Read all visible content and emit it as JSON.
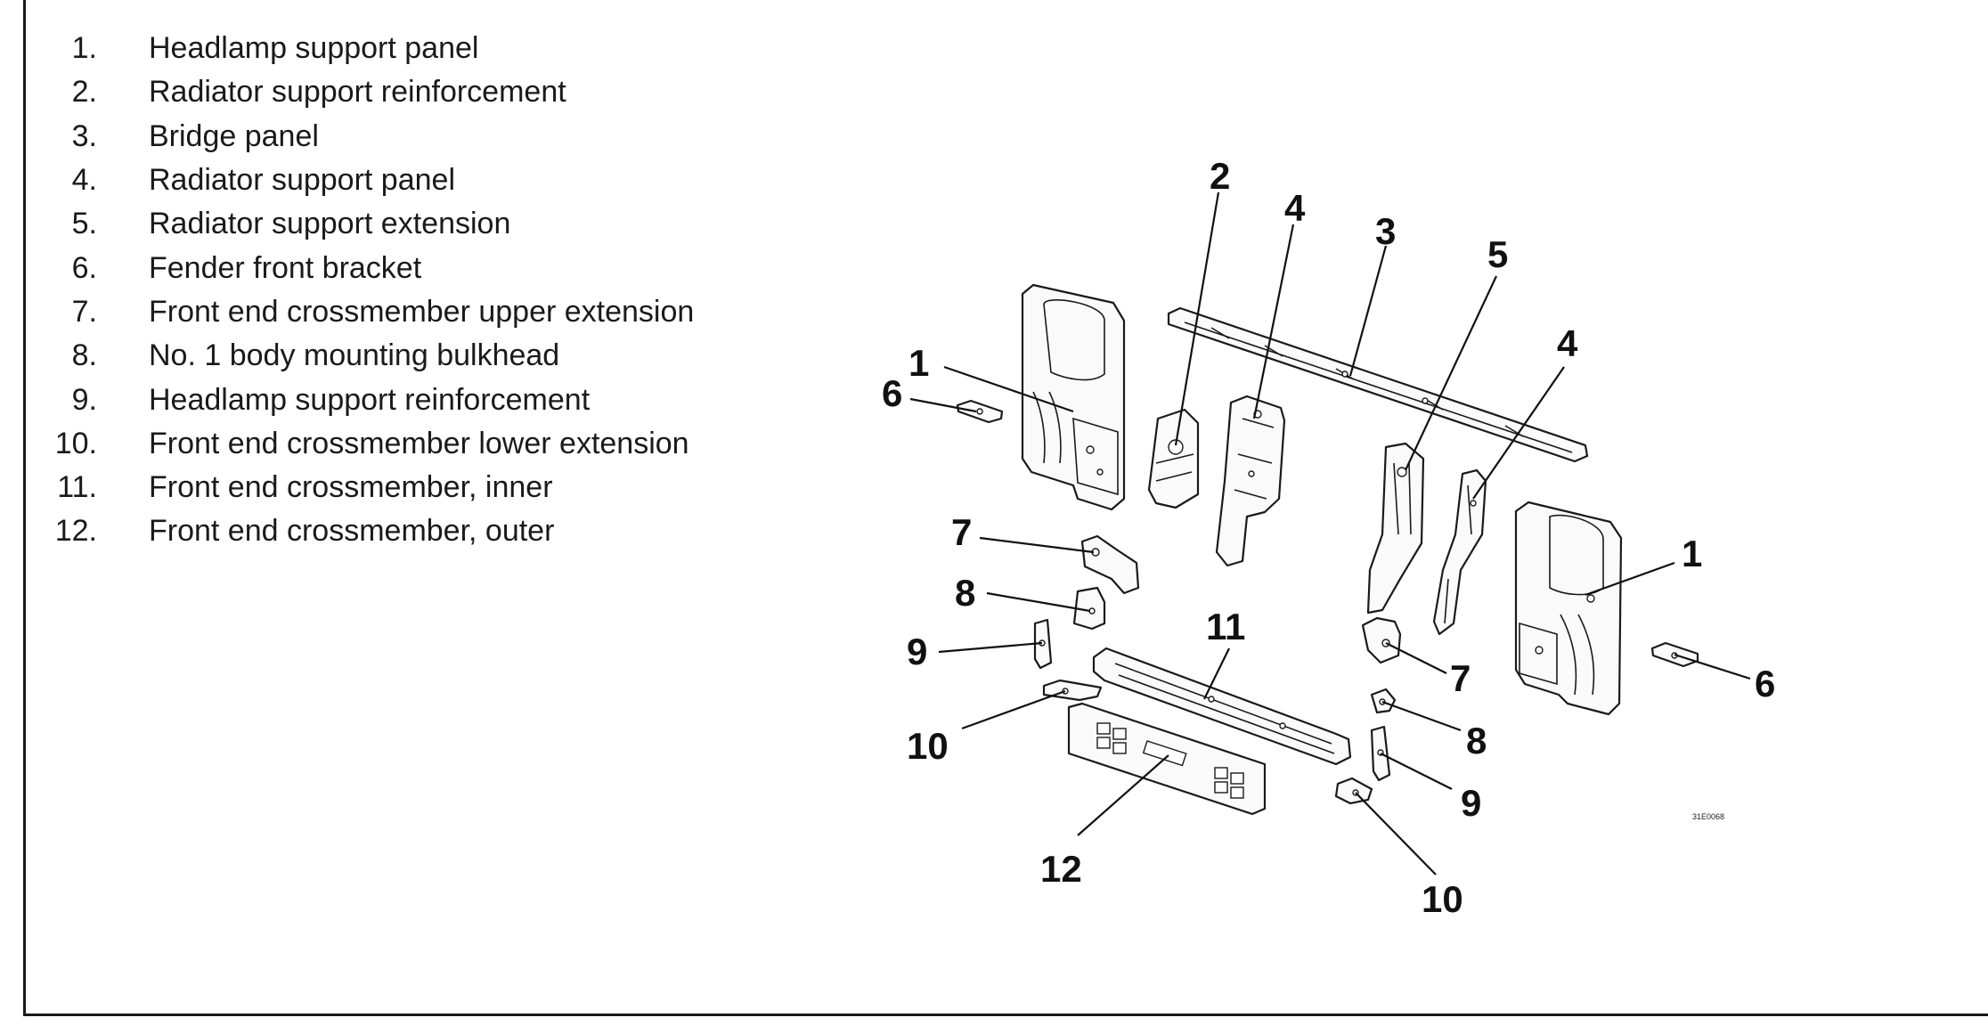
{
  "parts": [
    {
      "num": "1.",
      "label": "Headlamp support panel"
    },
    {
      "num": "2.",
      "label": "Radiator support reinforcement"
    },
    {
      "num": "3.",
      "label": "Bridge panel"
    },
    {
      "num": "4.",
      "label": "Radiator support panel"
    },
    {
      "num": "5.",
      "label": "Radiator support extension"
    },
    {
      "num": "6.",
      "label": "Fender front bracket"
    },
    {
      "num": "7.",
      "label": "Front end crossmember upper extension"
    },
    {
      "num": "8.",
      "label": "No. 1 body mounting bulkhead"
    },
    {
      "num": "9.",
      "label": "Headlamp support reinforcement"
    },
    {
      "num": "10.",
      "label": "Front end crossmember lower extension"
    },
    {
      "num": "11.",
      "label": "Front end crossmember, inner"
    },
    {
      "num": "12.",
      "label": "Front end crossmember, outer"
    }
  ],
  "callouts": {
    "c1_left": "1",
    "c1_right": "1",
    "c2": "2",
    "c3": "3",
    "c4_left": "4",
    "c4_right": "4",
    "c5": "5",
    "c6_left": "6",
    "c6_right": "6",
    "c7_left": "7",
    "c7_right": "7",
    "c8_left": "8",
    "c8_right": "8",
    "c9_left": "9",
    "c9_right": "9",
    "c10_left": "10",
    "c10_right": "10",
    "c11": "11",
    "c12": "12"
  },
  "figure_code": "31E0068"
}
